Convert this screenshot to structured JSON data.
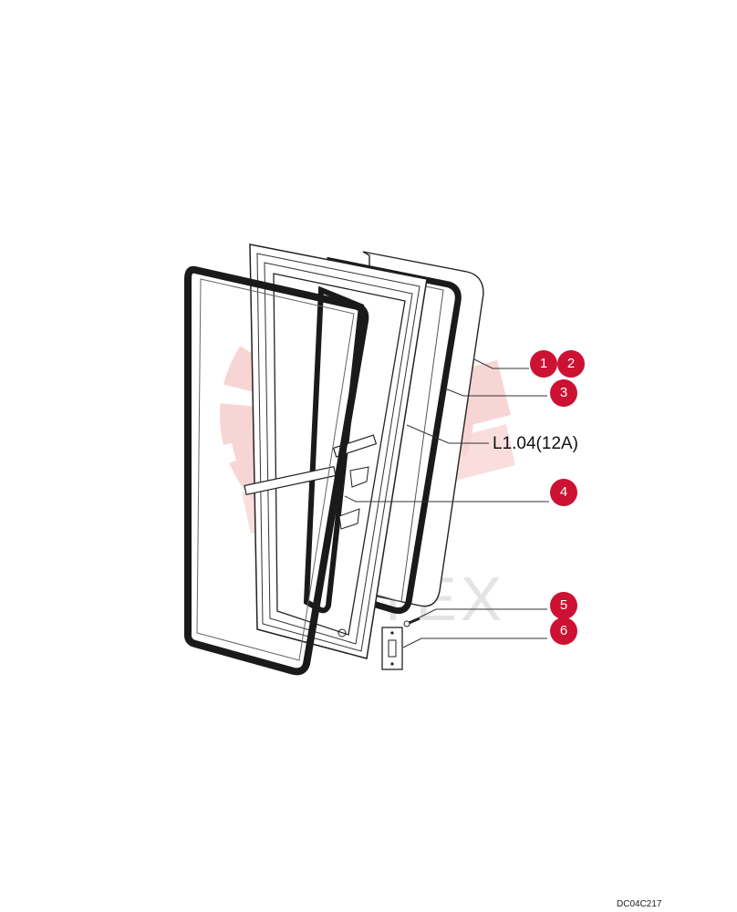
{
  "colors": {
    "callout": "#cc1133",
    "watermark": "#f4a9a9"
  },
  "callouts": [
    {
      "id": "1",
      "label": "1"
    },
    {
      "id": "2",
      "label": "2"
    },
    {
      "id": "3",
      "label": "3"
    },
    {
      "id": "4",
      "label": "4"
    },
    {
      "id": "5",
      "label": "5"
    },
    {
      "id": "6",
      "label": "6"
    }
  ],
  "reference_label": "L1.04(12A)",
  "drawing_code": "DC04C217",
  "watermark_text": "VMTEX"
}
